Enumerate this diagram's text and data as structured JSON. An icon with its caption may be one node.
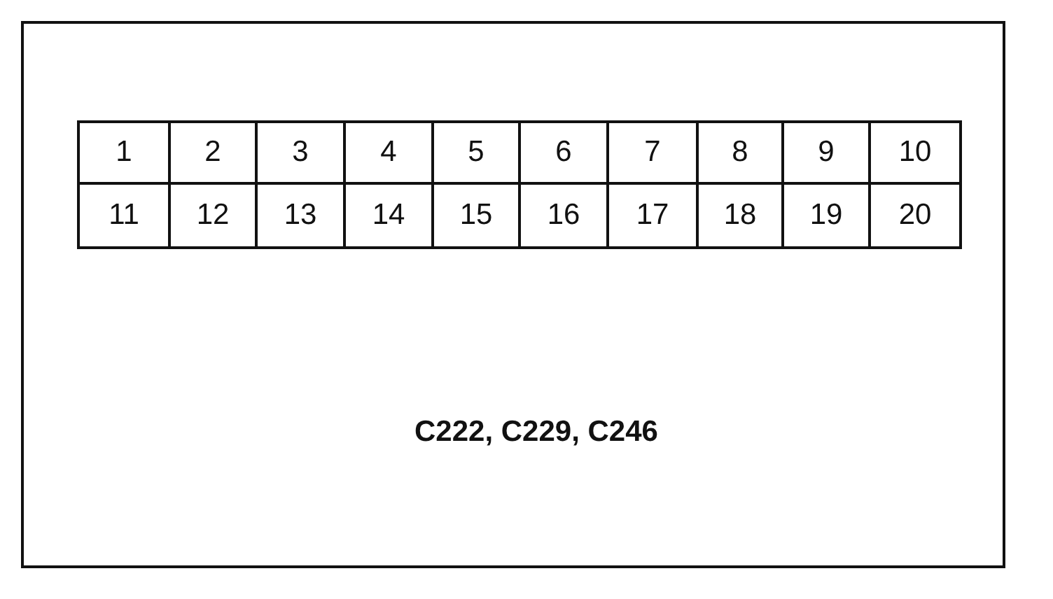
{
  "diagram": {
    "caption": "C222, C229, C246",
    "labels": [
      "1",
      "2",
      "3",
      "4",
      "5",
      "6",
      "7",
      "8",
      "9",
      "10",
      "11",
      "12",
      "13",
      "14",
      "15",
      "16",
      "17",
      "18",
      "19",
      "20"
    ]
  }
}
